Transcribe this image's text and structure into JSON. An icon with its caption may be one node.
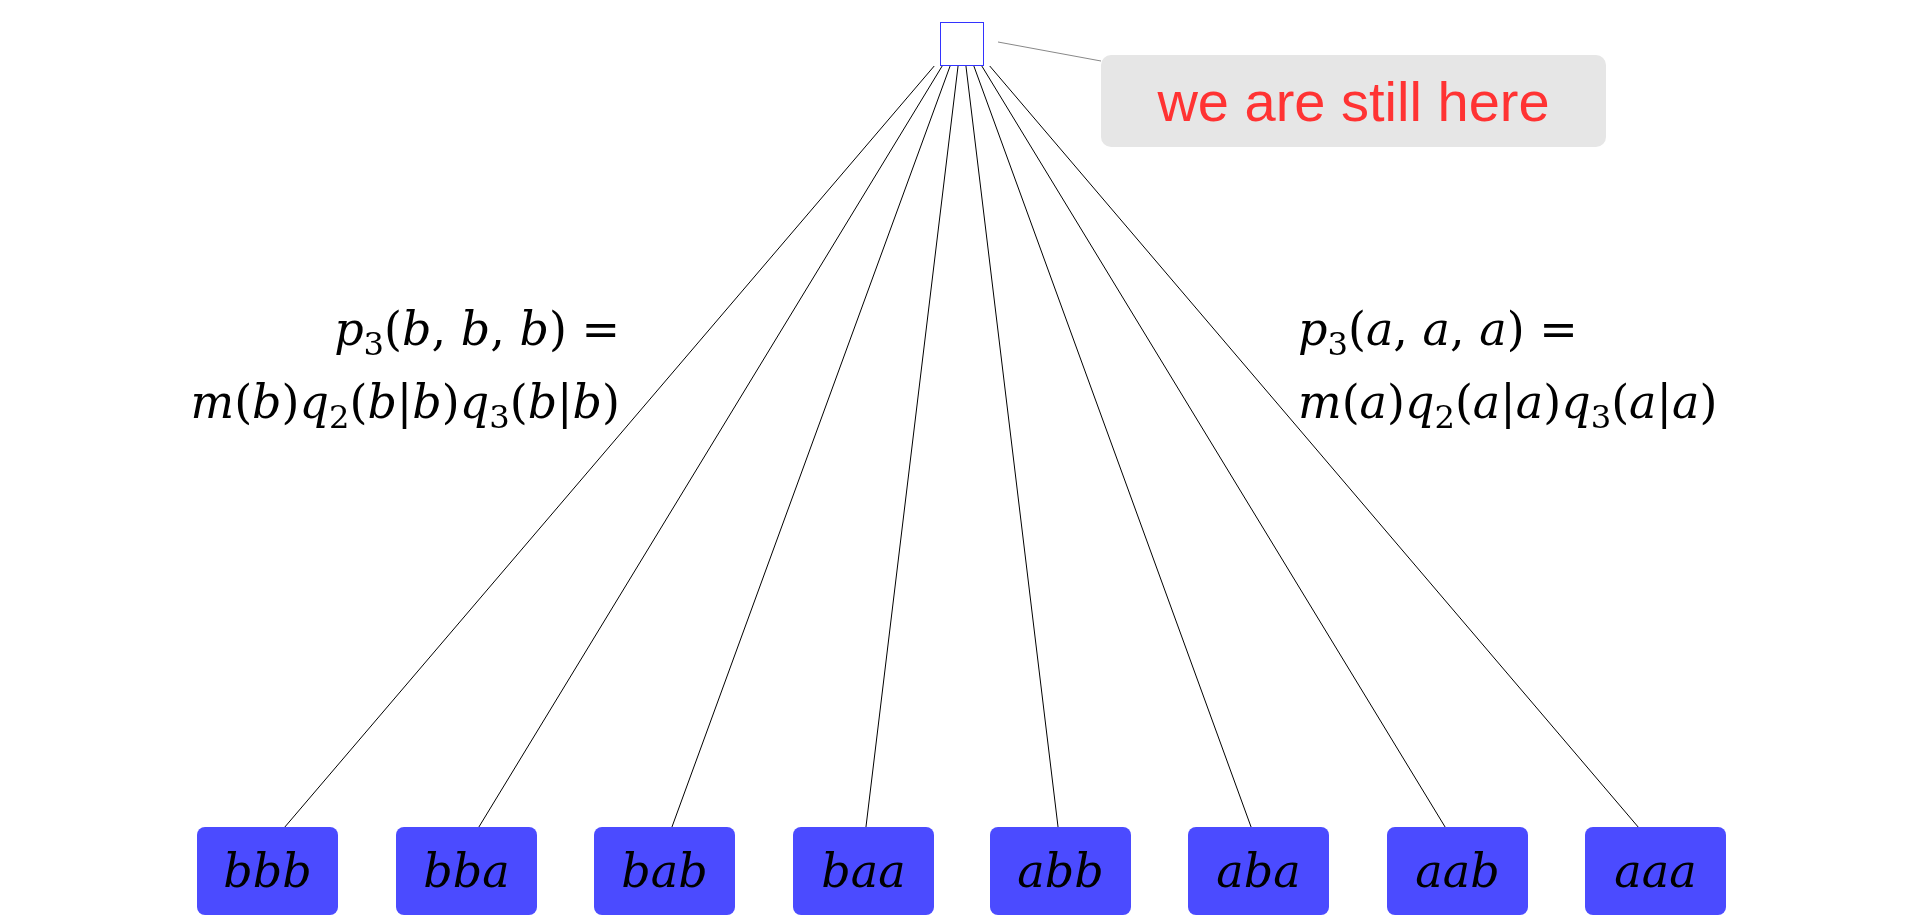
{
  "diagram": {
    "nodes": [
      {
        "text": [],
        "shape": "box"
      },
      {
        "text": [
          "we are still here"
        ]
      },
      {
        "text": [
          "bbb"
        ]
      },
      {
        "text": [
          "bba"
        ]
      },
      {
        "text": [
          "bab"
        ]
      },
      {
        "text": [
          "baa"
        ]
      },
      {
        "text": [
          "abb"
        ]
      },
      {
        "text": [
          "aba"
        ]
      },
      {
        "text": [
          "aab"
        ]
      },
      {
        "text": [
          "aaa"
        ]
      }
    ],
    "edges": [
      {
        "from": 1,
        "to": 0,
        "arrow": "none",
        "color": "#888888"
      },
      {
        "from": 0,
        "to": 2,
        "arrow": "none"
      },
      {
        "from": 0,
        "to": 3,
        "arrow": "none"
      },
      {
        "from": 0,
        "to": 4,
        "arrow": "none"
      },
      {
        "from": 0,
        "to": 5,
        "arrow": "none"
      },
      {
        "from": 0,
        "to": 6,
        "arrow": "none"
      },
      {
        "from": 0,
        "to": 7,
        "arrow": "none"
      },
      {
        "from": 0,
        "to": 8,
        "arrow": "none"
      },
      {
        "from": 0,
        "to": 9,
        "arrow": "none"
      }
    ],
    "labels": [
      "*p*$_{3}$(*b*, *b*, *b*) = *m*(*b*)*q*$_{2}$(*b*|*b*)*q*$_{3}$(*b*|*b*)",
      "*p*$_{3}$(*a*, *a*, *a*) = *m*(*a*)*q*$_{2}$(*a*|*a*)*q*$_{3}$(*a*|*a*)"
    ]
  }
}
